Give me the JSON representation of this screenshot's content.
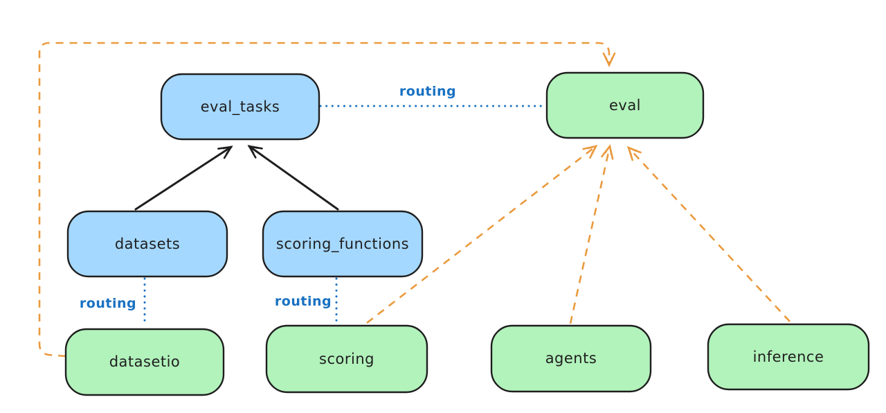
{
  "diagram": {
    "nodes": {
      "eval_tasks": {
        "label": "eval_tasks",
        "fill": "#a5d8ff"
      },
      "eval": {
        "label": "eval",
        "fill": "#b2f2bb"
      },
      "datasets": {
        "label": "datasets",
        "fill": "#a5d8ff"
      },
      "scoring_functions": {
        "label": "scoring_functions",
        "fill": "#a5d8ff"
      },
      "datasetio": {
        "label": "datasetio",
        "fill": "#b2f2bb"
      },
      "scoring": {
        "label": "scoring",
        "fill": "#b2f2bb"
      },
      "agents": {
        "label": "agents",
        "fill": "#b2f2bb"
      },
      "inference": {
        "label": "inference",
        "fill": "#b2f2bb"
      }
    },
    "edge_labels": {
      "eval_tasks_to_eval": "routing",
      "datasets_to_datasetio": "routing",
      "scoring_functions_to_scoring": "routing"
    },
    "colors": {
      "blue_fill": "#a5d8ff",
      "green_fill": "#b2f2bb",
      "node_stroke": "#1e1e1e",
      "routing_blue": "#1971c2",
      "provider_orange": "#ea9a3e",
      "background": "#ffffff"
    }
  }
}
